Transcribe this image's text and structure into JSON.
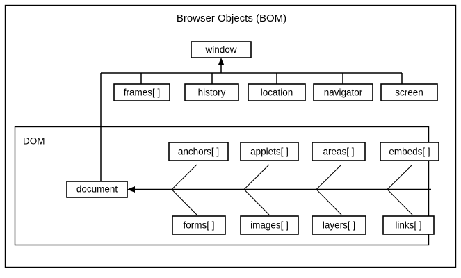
{
  "figure": {
    "title": "Browser Objects (BOM)",
    "group_label": "DOM",
    "root": "window",
    "document_node": "document",
    "bom_children": [
      "frames[ ]",
      "history",
      "location",
      "navigator",
      "screen"
    ],
    "dom_top_children": [
      "anchors[ ]",
      "applets[ ]",
      "areas[ ]",
      "embeds[ ]"
    ],
    "dom_bottom_children": [
      "forms[ ]",
      "images[ ]",
      "layers[ ]",
      "links[ ]"
    ],
    "colors": {
      "stroke": "#000000",
      "fill": "#ffffff",
      "text": "#000000"
    }
  },
  "chart_data": {
    "type": "diagram",
    "title": "Browser Objects (BOM)",
    "nodes": [
      "window",
      "frames[ ]",
      "history",
      "location",
      "navigator",
      "screen",
      "document",
      "anchors[ ]",
      "applets[ ]",
      "areas[ ]",
      "embeds[ ]",
      "forms[ ]",
      "images[ ]",
      "layers[ ]",
      "links[ ]"
    ],
    "groups": [
      "DOM"
    ],
    "edges": [
      {
        "from": "frames[ ]",
        "to": "window"
      },
      {
        "from": "history",
        "to": "window"
      },
      {
        "from": "location",
        "to": "window"
      },
      {
        "from": "navigator",
        "to": "window"
      },
      {
        "from": "screen",
        "to": "window"
      },
      {
        "from": "document",
        "to": "window"
      },
      {
        "from": "anchors[ ]",
        "to": "document"
      },
      {
        "from": "forms[ ]",
        "to": "document"
      },
      {
        "from": "applets[ ]",
        "to": "document"
      },
      {
        "from": "images[ ]",
        "to": "document"
      },
      {
        "from": "areas[ ]",
        "to": "document"
      },
      {
        "from": "layers[ ]",
        "to": "document"
      },
      {
        "from": "embeds[ ]",
        "to": "document"
      },
      {
        "from": "links[ ]",
        "to": "document"
      }
    ]
  }
}
